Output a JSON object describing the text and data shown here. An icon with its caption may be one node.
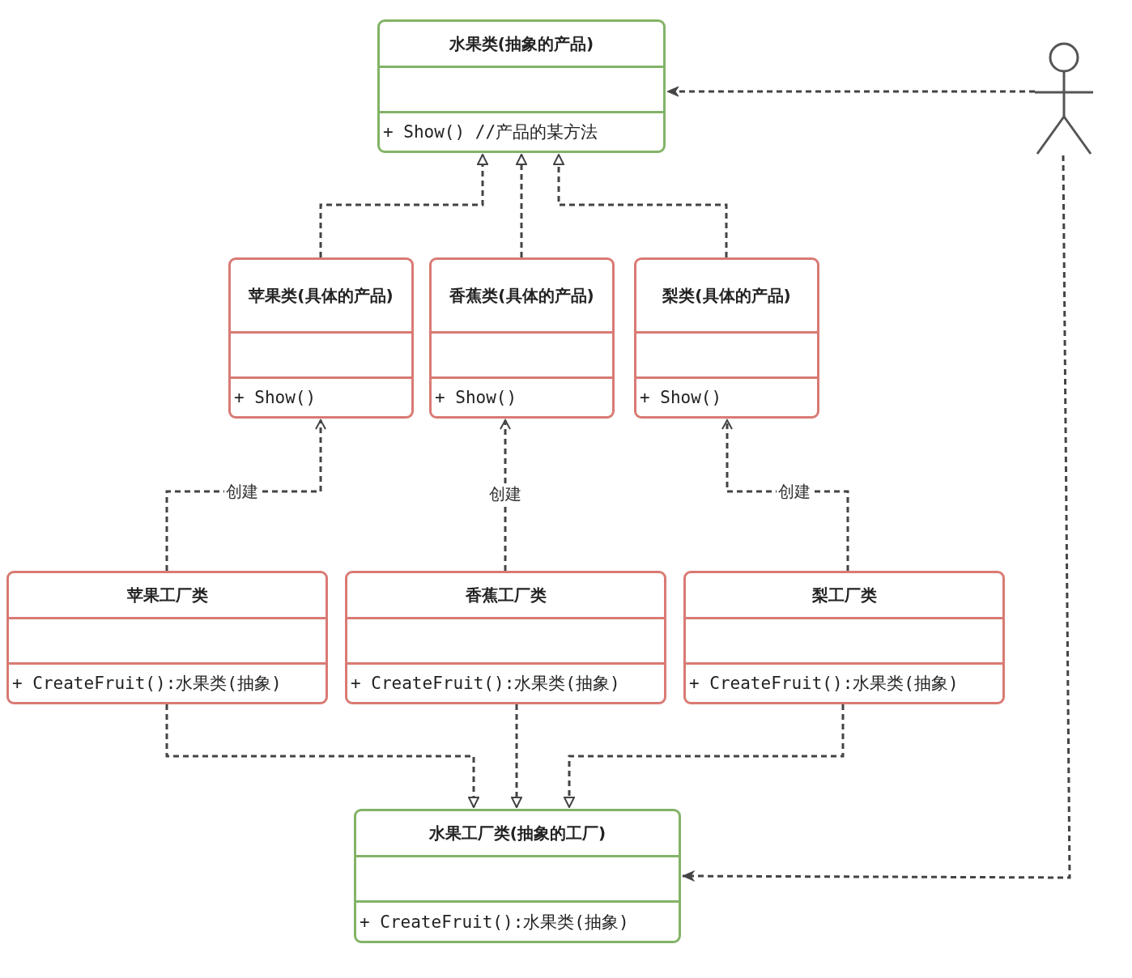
{
  "diagram": {
    "nodes": [
      {
        "text": [
          "水果类(抽象的产品)",
          "+ Show() //产品的某方法"
        ]
      },
      {
        "text": [
          "苹果类(具体的产品)",
          "+ Show()"
        ]
      },
      {
        "text": [
          "香蕉类(具体的产品)",
          "+ Show()"
        ]
      },
      {
        "text": [
          "梨类(具体的产品)",
          "+ Show()"
        ]
      },
      {
        "text": [
          "苹果工厂类",
          "+ CreateFruit():水果类(抽象)"
        ]
      },
      {
        "text": [
          "香蕉工厂类",
          "+ CreateFruit():水果类(抽象)"
        ]
      },
      {
        "text": [
          "梨工厂类",
          "+ CreateFruit():水果类(抽象)"
        ]
      },
      {
        "text": [
          "水果工厂类(抽象的工厂)",
          "+ CreateFruit():水果类(抽象)"
        ]
      },
      {
        "text": [],
        "shape": "person"
      }
    ],
    "edges": [
      {
        "from": 1,
        "to": 0,
        "arrow": "to",
        "style": "dashed"
      },
      {
        "from": 2,
        "to": 0,
        "arrow": "to",
        "style": "dashed"
      },
      {
        "from": 3,
        "to": 0,
        "arrow": "to",
        "style": "dashed"
      },
      {
        "from": 4,
        "to": 1,
        "arrow": "to",
        "style": "dashed",
        "label": "创建"
      },
      {
        "from": 5,
        "to": 2,
        "arrow": "to",
        "style": "dashed",
        "label": "创建"
      },
      {
        "from": 6,
        "to": 3,
        "arrow": "to",
        "style": "dashed",
        "label": "创建"
      },
      {
        "from": 4,
        "to": 7,
        "arrow": "to",
        "style": "dashed"
      },
      {
        "from": 5,
        "to": 7,
        "arrow": "to",
        "style": "dashed"
      },
      {
        "from": 6,
        "to": 7,
        "arrow": "to",
        "style": "dashed"
      },
      {
        "from": 8,
        "to": 0,
        "arrow": "to",
        "style": "dashed"
      },
      {
        "from": 8,
        "to": 7,
        "arrow": "to",
        "style": "dashed"
      }
    ]
  }
}
